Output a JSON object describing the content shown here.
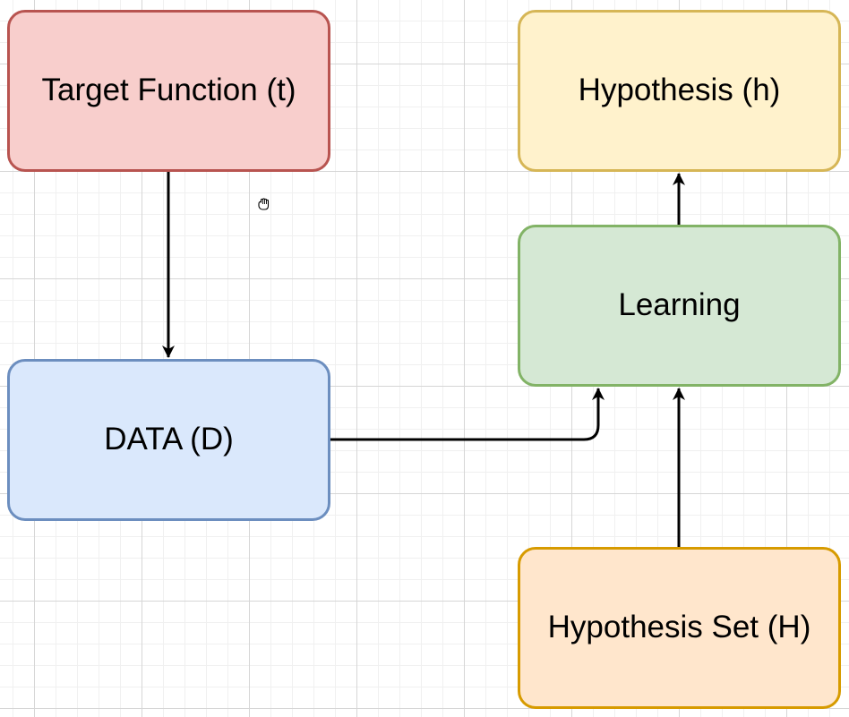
{
  "nodes": {
    "target": {
      "label": "Target Function (t)",
      "fill": "#f8cecc",
      "stroke": "#b85450"
    },
    "hypothesis": {
      "label": "Hypothesis (h)",
      "fill": "#fff2cc",
      "stroke": "#d6b656"
    },
    "learning": {
      "label": "Learning",
      "fill": "#d5e8d4",
      "stroke": "#82b366"
    },
    "data": {
      "label": "DATA (D)",
      "fill": "#dae8fc",
      "stroke": "#6c8ebf"
    },
    "hypothesis_set": {
      "label": "Hypothesis Set (H)",
      "fill": "#ffe6cc",
      "stroke": "#d79b00"
    }
  },
  "edges": [
    {
      "from": "Target Function (t)",
      "to": "DATA (D)"
    },
    {
      "from": "DATA (D)",
      "to": "Learning"
    },
    {
      "from": "Hypothesis Set (H)",
      "to": "Learning"
    },
    {
      "from": "Learning",
      "to": "Hypothesis (h)"
    }
  ],
  "cursor": {
    "icon": "grab-hand-icon"
  }
}
